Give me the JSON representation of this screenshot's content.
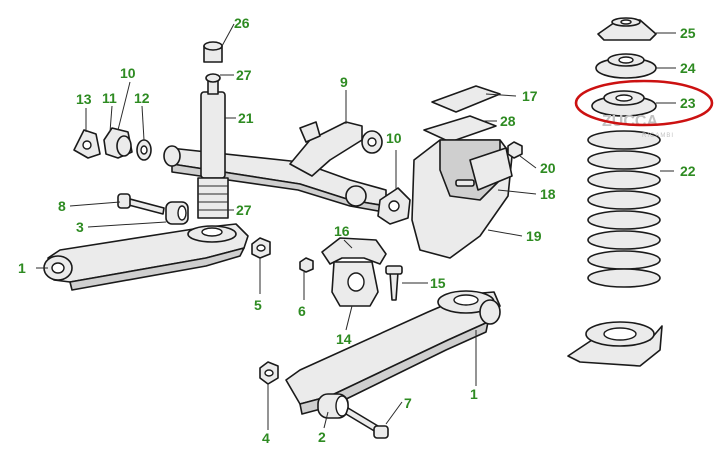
{
  "callouts": {
    "c1a": "1",
    "c1b": "1",
    "c2": "2",
    "c3": "3",
    "c4": "4",
    "c5": "5",
    "c6": "6",
    "c7": "7",
    "c8": "8",
    "c9": "9",
    "c10a": "10",
    "c10b": "10",
    "c11": "11",
    "c12": "12",
    "c13": "13",
    "c14": "14",
    "c15": "15",
    "c16": "16",
    "c17": "17",
    "c18": "18",
    "c19": "19",
    "c20": "20",
    "c21": "21",
    "c22": "22",
    "c23": "23",
    "c24": "24",
    "c25": "25",
    "c26": "26",
    "c27a": "27",
    "c27b": "27",
    "c28": "28"
  },
  "watermark": {
    "brand": "ZUCCA",
    "sub": "RICAMBI"
  },
  "colors": {
    "callout": "#2e8b22",
    "highlight": "#cc1111"
  }
}
